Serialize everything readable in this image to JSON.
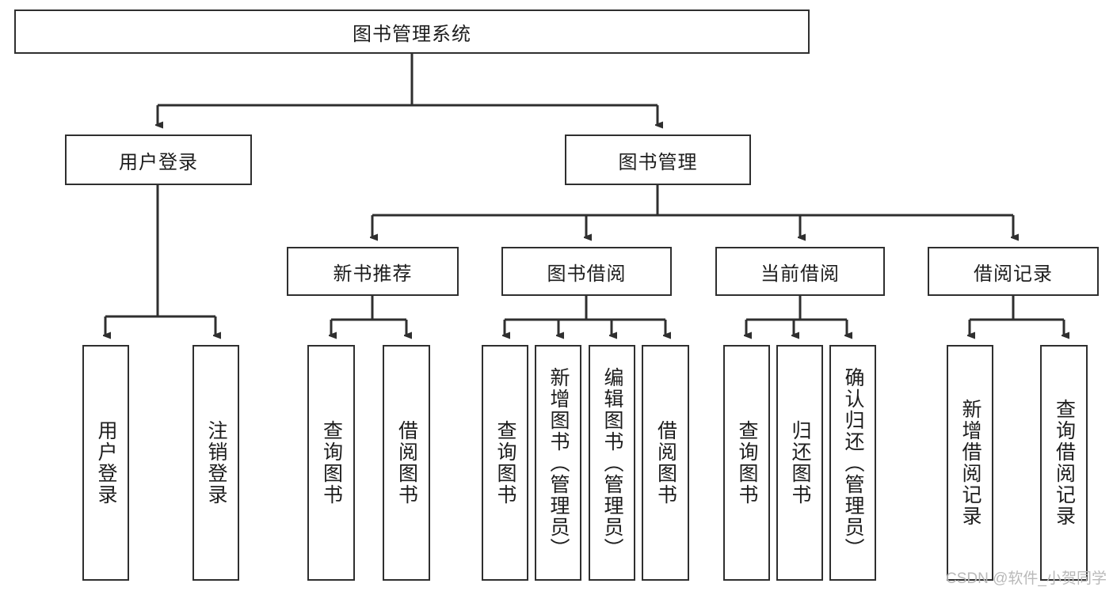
{
  "diagram": {
    "title": "图书管理系统",
    "type": "tree-hierarchy",
    "root": {
      "label": "图书管理系统",
      "orientation": "horizontal"
    },
    "level2": [
      {
        "label": "用户登录",
        "orientation": "horizontal"
      },
      {
        "label": "图书管理",
        "orientation": "horizontal"
      }
    ],
    "level3": [
      {
        "label": "新书推荐",
        "orientation": "horizontal",
        "parent": "图书管理"
      },
      {
        "label": "图书借阅",
        "orientation": "horizontal",
        "parent": "图书管理"
      },
      {
        "label": "当前借阅",
        "orientation": "horizontal",
        "parent": "图书管理"
      },
      {
        "label": "借阅记录",
        "orientation": "horizontal",
        "parent": "图书管理"
      }
    ],
    "leaves": {
      "user_login": [
        {
          "label": "用户登录",
          "orientation": "vertical"
        },
        {
          "label": "注销登录",
          "orientation": "vertical"
        }
      ],
      "new_book_recommend": [
        {
          "label": "查询图书",
          "orientation": "vertical"
        },
        {
          "label": "借阅图书",
          "orientation": "vertical"
        }
      ],
      "book_borrow": [
        {
          "label": "查询图书",
          "orientation": "vertical"
        },
        {
          "label": "新增图书（管理员）",
          "orientation": "vertical"
        },
        {
          "label": "编辑图书（管理员）",
          "orientation": "vertical"
        },
        {
          "label": "借阅图书",
          "orientation": "vertical"
        }
      ],
      "current_borrow": [
        {
          "label": "查询图书",
          "orientation": "vertical"
        },
        {
          "label": "归还图书",
          "orientation": "vertical"
        },
        {
          "label": "确认归还（管理员）",
          "orientation": "vertical"
        }
      ],
      "borrow_record": [
        {
          "label": "新增借阅记录",
          "orientation": "vertical"
        },
        {
          "label": "查询借阅记录",
          "orientation": "vertical"
        }
      ]
    },
    "watermark": "CSDN @软件_小贺同学",
    "colors": {
      "stroke": "#2f2f2f",
      "fill": "#ffffff",
      "text": "#1d1d1d",
      "watermark": "#b9b9b9"
    }
  }
}
